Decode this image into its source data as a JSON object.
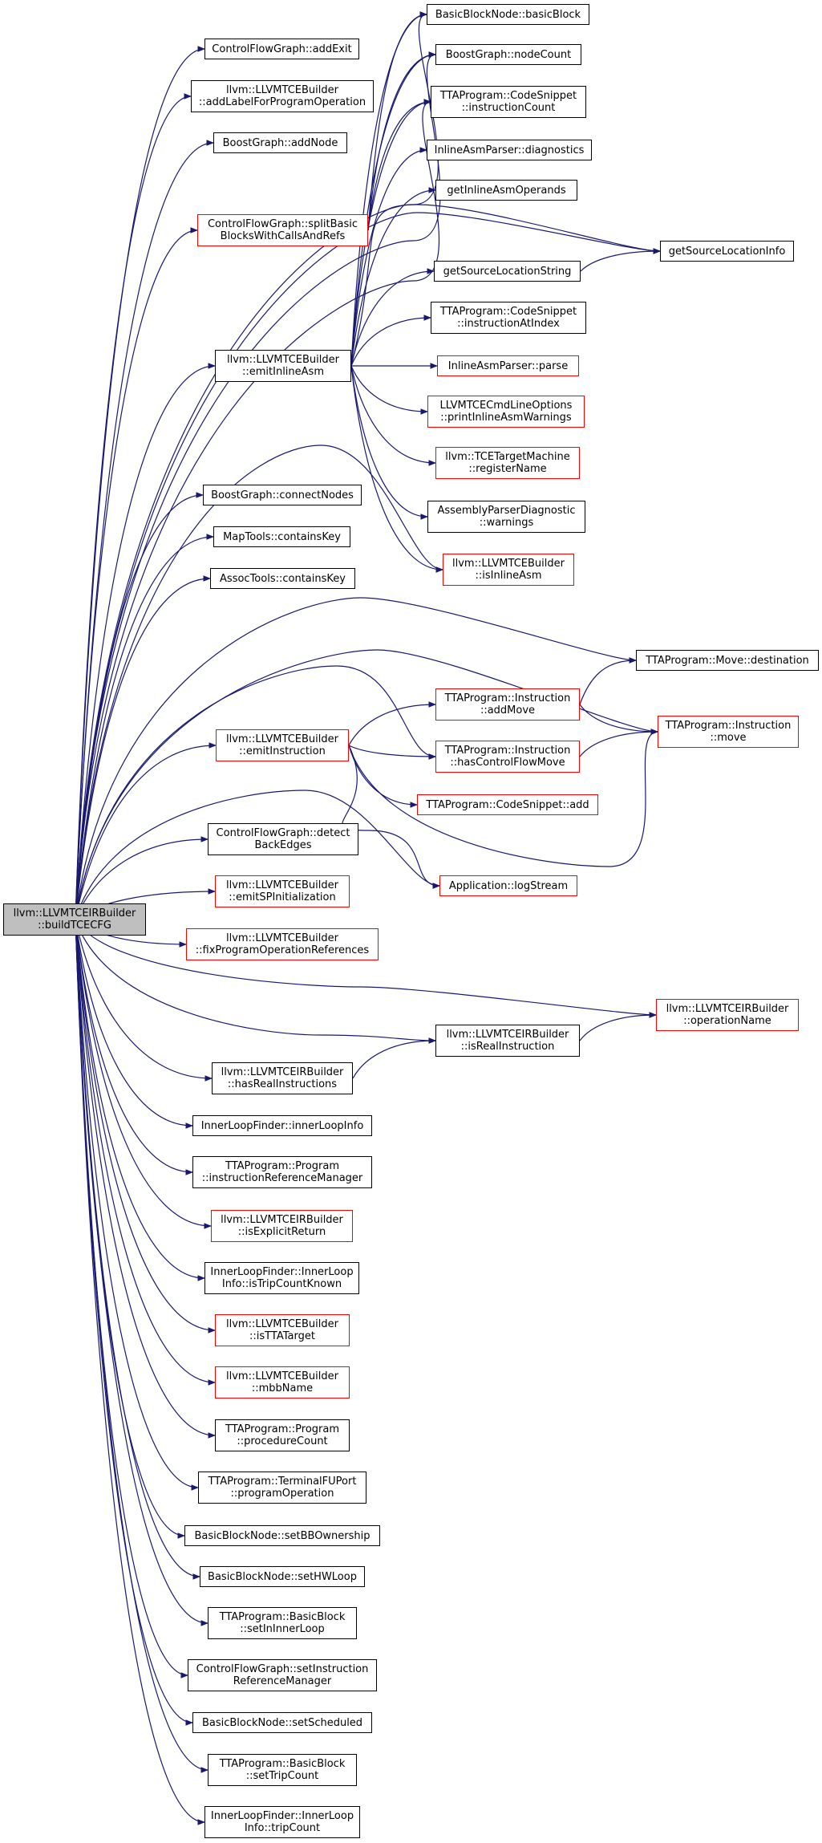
{
  "diagram": {
    "edge_color": "#191970",
    "root_fill": "#bfbfbf",
    "nodes": [
      {
        "id": "root",
        "label": "llvm::LLVMTCEIRBuilder\n::buildTCECFG",
        "style": "root"
      },
      {
        "id": "addExit",
        "label": "ControlFlowGraph::addExit",
        "style": "black"
      },
      {
        "id": "addLabel",
        "label": "llvm::LLVMTCEBuilder\n::addLabelForProgramOperation",
        "style": "black"
      },
      {
        "id": "addNode",
        "label": "BoostGraph::addNode",
        "style": "black"
      },
      {
        "id": "splitBB",
        "label": "ControlFlowGraph::splitBasic\nBlocksWithCallsAndRefs",
        "style": "red"
      },
      {
        "id": "emitInlineAsm",
        "label": "llvm::LLVMTCEBuilder\n::emitInlineAsm",
        "style": "black"
      },
      {
        "id": "connectNodes",
        "label": "BoostGraph::connectNodes",
        "style": "black"
      },
      {
        "id": "mapContainsKey",
        "label": "MapTools::containsKey",
        "style": "black"
      },
      {
        "id": "assocContainsKey",
        "label": "AssocTools::containsKey",
        "style": "black"
      },
      {
        "id": "emitInstruction",
        "label": "llvm::LLVMTCEBuilder\n::emitInstruction",
        "style": "red"
      },
      {
        "id": "detectBackEdges",
        "label": "ControlFlowGraph::detect\nBackEdges",
        "style": "black"
      },
      {
        "id": "emitSPInit",
        "label": "llvm::LLVMTCEBuilder\n::emitSPInitialization",
        "style": "red"
      },
      {
        "id": "fixProgOpRefs",
        "label": "llvm::LLVMTCEBuilder\n::fixProgramOperationReferences",
        "style": "red"
      },
      {
        "id": "hasRealInstr",
        "label": "llvm::LLVMTCEIRBuilder\n::hasRealInstructions",
        "style": "black"
      },
      {
        "id": "innerLoopInfo",
        "label": "InnerLoopFinder::innerLoopInfo",
        "style": "black"
      },
      {
        "id": "instrRefMgr",
        "label": "TTAProgram::Program\n::instructionReferenceManager",
        "style": "black"
      },
      {
        "id": "isExplicitReturn",
        "label": "llvm::LLVMTCEIRBuilder\n::isExplicitReturn",
        "style": "red"
      },
      {
        "id": "isTripCountKnown",
        "label": "InnerLoopFinder::InnerLoop\nInfo::isTripCountKnown",
        "style": "black"
      },
      {
        "id": "isTTATarget",
        "label": "llvm::LLVMTCEBuilder\n::isTTATarget",
        "style": "red"
      },
      {
        "id": "mbbName",
        "label": "llvm::LLVMTCEBuilder\n::mbbName",
        "style": "red"
      },
      {
        "id": "procedureCount",
        "label": "TTAProgram::Program\n::procedureCount",
        "style": "black"
      },
      {
        "id": "programOperation",
        "label": "TTAProgram::TerminalFUPort\n::programOperation",
        "style": "black"
      },
      {
        "id": "setBBOwnership",
        "label": "BasicBlockNode::setBBOwnership",
        "style": "black"
      },
      {
        "id": "setHWLoop",
        "label": "BasicBlockNode::setHWLoop",
        "style": "black"
      },
      {
        "id": "setInInnerLoop",
        "label": "TTAProgram::BasicBlock\n::setInInnerLoop",
        "style": "black"
      },
      {
        "id": "setInstrRefMgr",
        "label": "ControlFlowGraph::setInstruction\nReferenceManager",
        "style": "black"
      },
      {
        "id": "setScheduled",
        "label": "BasicBlockNode::setScheduled",
        "style": "black"
      },
      {
        "id": "setTripCount",
        "label": "TTAProgram::BasicBlock\n::setTripCount",
        "style": "black"
      },
      {
        "id": "tripCount",
        "label": "InnerLoopFinder::InnerLoop\nInfo::tripCount",
        "style": "black"
      },
      {
        "id": "basicBlock",
        "label": "BasicBlockNode::basicBlock",
        "style": "black"
      },
      {
        "id": "nodeCount",
        "label": "BoostGraph::nodeCount",
        "style": "black"
      },
      {
        "id": "instructionCount",
        "label": "TTAProgram::CodeSnippet\n::instructionCount",
        "style": "black"
      },
      {
        "id": "diagnostics",
        "label": "InlineAsmParser::diagnostics",
        "style": "black"
      },
      {
        "id": "getInlineAsmOperands",
        "label": "getInlineAsmOperands",
        "style": "black"
      },
      {
        "id": "getSourceLocationString",
        "label": "getSourceLocationString",
        "style": "black"
      },
      {
        "id": "instructionAtIndex",
        "label": "TTAProgram::CodeSnippet\n::instructionAtIndex",
        "style": "black"
      },
      {
        "id": "parse",
        "label": "InlineAsmParser::parse",
        "style": "red"
      },
      {
        "id": "printInlineAsmWarnings",
        "label": "LLVMTCECmdLineOptions\n::printInlineAsmWarnings",
        "style": "red"
      },
      {
        "id": "registerName",
        "label": "llvm::TCETargetMachine\n::registerName",
        "style": "red"
      },
      {
        "id": "warnings",
        "label": "AssemblyParserDiagnostic\n::warnings",
        "style": "black"
      },
      {
        "id": "isInlineAsm",
        "label": "llvm::LLVMTCEBuilder\n::isInlineAsm",
        "style": "red"
      },
      {
        "id": "addMove",
        "label": "TTAProgram::Instruction\n::addMove",
        "style": "red"
      },
      {
        "id": "hasControlFlowMove",
        "label": "TTAProgram::Instruction\n::hasControlFlowMove",
        "style": "red"
      },
      {
        "id": "snippetAdd",
        "label": "TTAProgram::CodeSnippet::add",
        "style": "red"
      },
      {
        "id": "logStream",
        "label": "Application::logStream",
        "style": "red"
      },
      {
        "id": "isRealInstruction",
        "label": "llvm::LLVMTCEIRBuilder\n::isRealInstruction",
        "style": "black"
      },
      {
        "id": "getSourceLocationInfo",
        "label": "getSourceLocationInfo",
        "style": "black"
      },
      {
        "id": "moveDestination",
        "label": "TTAProgram::Move::destination",
        "style": "black"
      },
      {
        "id": "instructionMove",
        "label": "TTAProgram::Instruction\n::move",
        "style": "red"
      },
      {
        "id": "operationName",
        "label": "llvm::LLVMTCEIRBuilder\n::operationName",
        "style": "red"
      }
    ],
    "edges": [
      [
        "root",
        "addExit"
      ],
      [
        "root",
        "addLabel"
      ],
      [
        "root",
        "addNode"
      ],
      [
        "root",
        "splitBB"
      ],
      [
        "root",
        "emitInlineAsm"
      ],
      [
        "root",
        "connectNodes"
      ],
      [
        "root",
        "mapContainsKey"
      ],
      [
        "root",
        "assocContainsKey"
      ],
      [
        "root",
        "emitInstruction"
      ],
      [
        "root",
        "detectBackEdges"
      ],
      [
        "root",
        "emitSPInit"
      ],
      [
        "root",
        "fixProgOpRefs"
      ],
      [
        "root",
        "hasRealInstr"
      ],
      [
        "root",
        "innerLoopInfo"
      ],
      [
        "root",
        "instrRefMgr"
      ],
      [
        "root",
        "isExplicitReturn"
      ],
      [
        "root",
        "isTripCountKnown"
      ],
      [
        "root",
        "isTTATarget"
      ],
      [
        "root",
        "mbbName"
      ],
      [
        "root",
        "procedureCount"
      ],
      [
        "root",
        "programOperation"
      ],
      [
        "root",
        "setBBOwnership"
      ],
      [
        "root",
        "setHWLoop"
      ],
      [
        "root",
        "setInInnerLoop"
      ],
      [
        "root",
        "setInstrRefMgr"
      ],
      [
        "root",
        "setScheduled"
      ],
      [
        "root",
        "setTripCount"
      ],
      [
        "root",
        "tripCount"
      ],
      [
        "root",
        "basicBlock"
      ],
      [
        "root",
        "nodeCount"
      ],
      [
        "root",
        "instructionCount"
      ],
      [
        "root",
        "getSourceLocationInfo"
      ],
      [
        "root",
        "isInlineAsm"
      ],
      [
        "root",
        "moveDestination"
      ],
      [
        "root",
        "instructionMove"
      ],
      [
        "root",
        "hasControlFlowMove"
      ],
      [
        "root",
        "logStream"
      ],
      [
        "root",
        "operationName"
      ],
      [
        "root",
        "isRealInstruction"
      ],
      [
        "splitBB",
        "basicBlock"
      ],
      [
        "splitBB",
        "nodeCount"
      ],
      [
        "splitBB",
        "instructionCount"
      ],
      [
        "emitInlineAsm",
        "basicBlock"
      ],
      [
        "emitInlineAsm",
        "nodeCount"
      ],
      [
        "emitInlineAsm",
        "instructionCount"
      ],
      [
        "emitInlineAsm",
        "diagnostics"
      ],
      [
        "emitInlineAsm",
        "getInlineAsmOperands"
      ],
      [
        "emitInlineAsm",
        "getSourceLocationString"
      ],
      [
        "emitInlineAsm",
        "getSourceLocationInfo"
      ],
      [
        "emitInlineAsm",
        "instructionAtIndex"
      ],
      [
        "emitInlineAsm",
        "parse"
      ],
      [
        "emitInlineAsm",
        "printInlineAsmWarnings"
      ],
      [
        "emitInlineAsm",
        "registerName"
      ],
      [
        "emitInlineAsm",
        "warnings"
      ],
      [
        "emitInlineAsm",
        "isInlineAsm"
      ],
      [
        "getSourceLocationString",
        "getSourceLocationInfo"
      ],
      [
        "emitInstruction",
        "addMove"
      ],
      [
        "emitInstruction",
        "hasControlFlowMove"
      ],
      [
        "emitInstruction",
        "snippetAdd"
      ],
      [
        "emitInstruction",
        "logStream"
      ],
      [
        "emitInstruction",
        "instructionMove"
      ],
      [
        "addMove",
        "moveDestination"
      ],
      [
        "addMove",
        "instructionMove"
      ],
      [
        "hasControlFlowMove",
        "instructionMove"
      ],
      [
        "hasRealInstr",
        "isRealInstruction"
      ],
      [
        "isRealInstruction",
        "operationName"
      ]
    ]
  }
}
